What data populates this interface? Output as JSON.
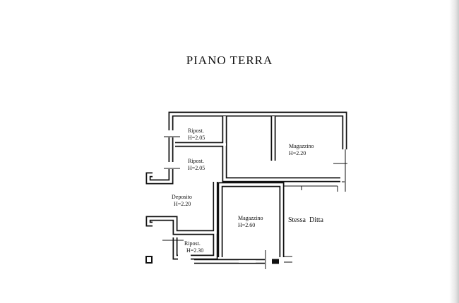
{
  "title": "PIANO TERRA",
  "rooms": [
    {
      "name": "Ripost.",
      "height": "H=2.05"
    },
    {
      "name": "Ripost.",
      "height": "H=2.05"
    },
    {
      "name": "Magazzino",
      "height": "H=2.20"
    },
    {
      "name": "Deposito",
      "height": "H=2.20"
    },
    {
      "name": "Magazzino",
      "height": "H=2.60"
    },
    {
      "name": "Ripost.",
      "height": "H=2.30"
    }
  ],
  "neighbor_label": "Stessa  Ditta"
}
